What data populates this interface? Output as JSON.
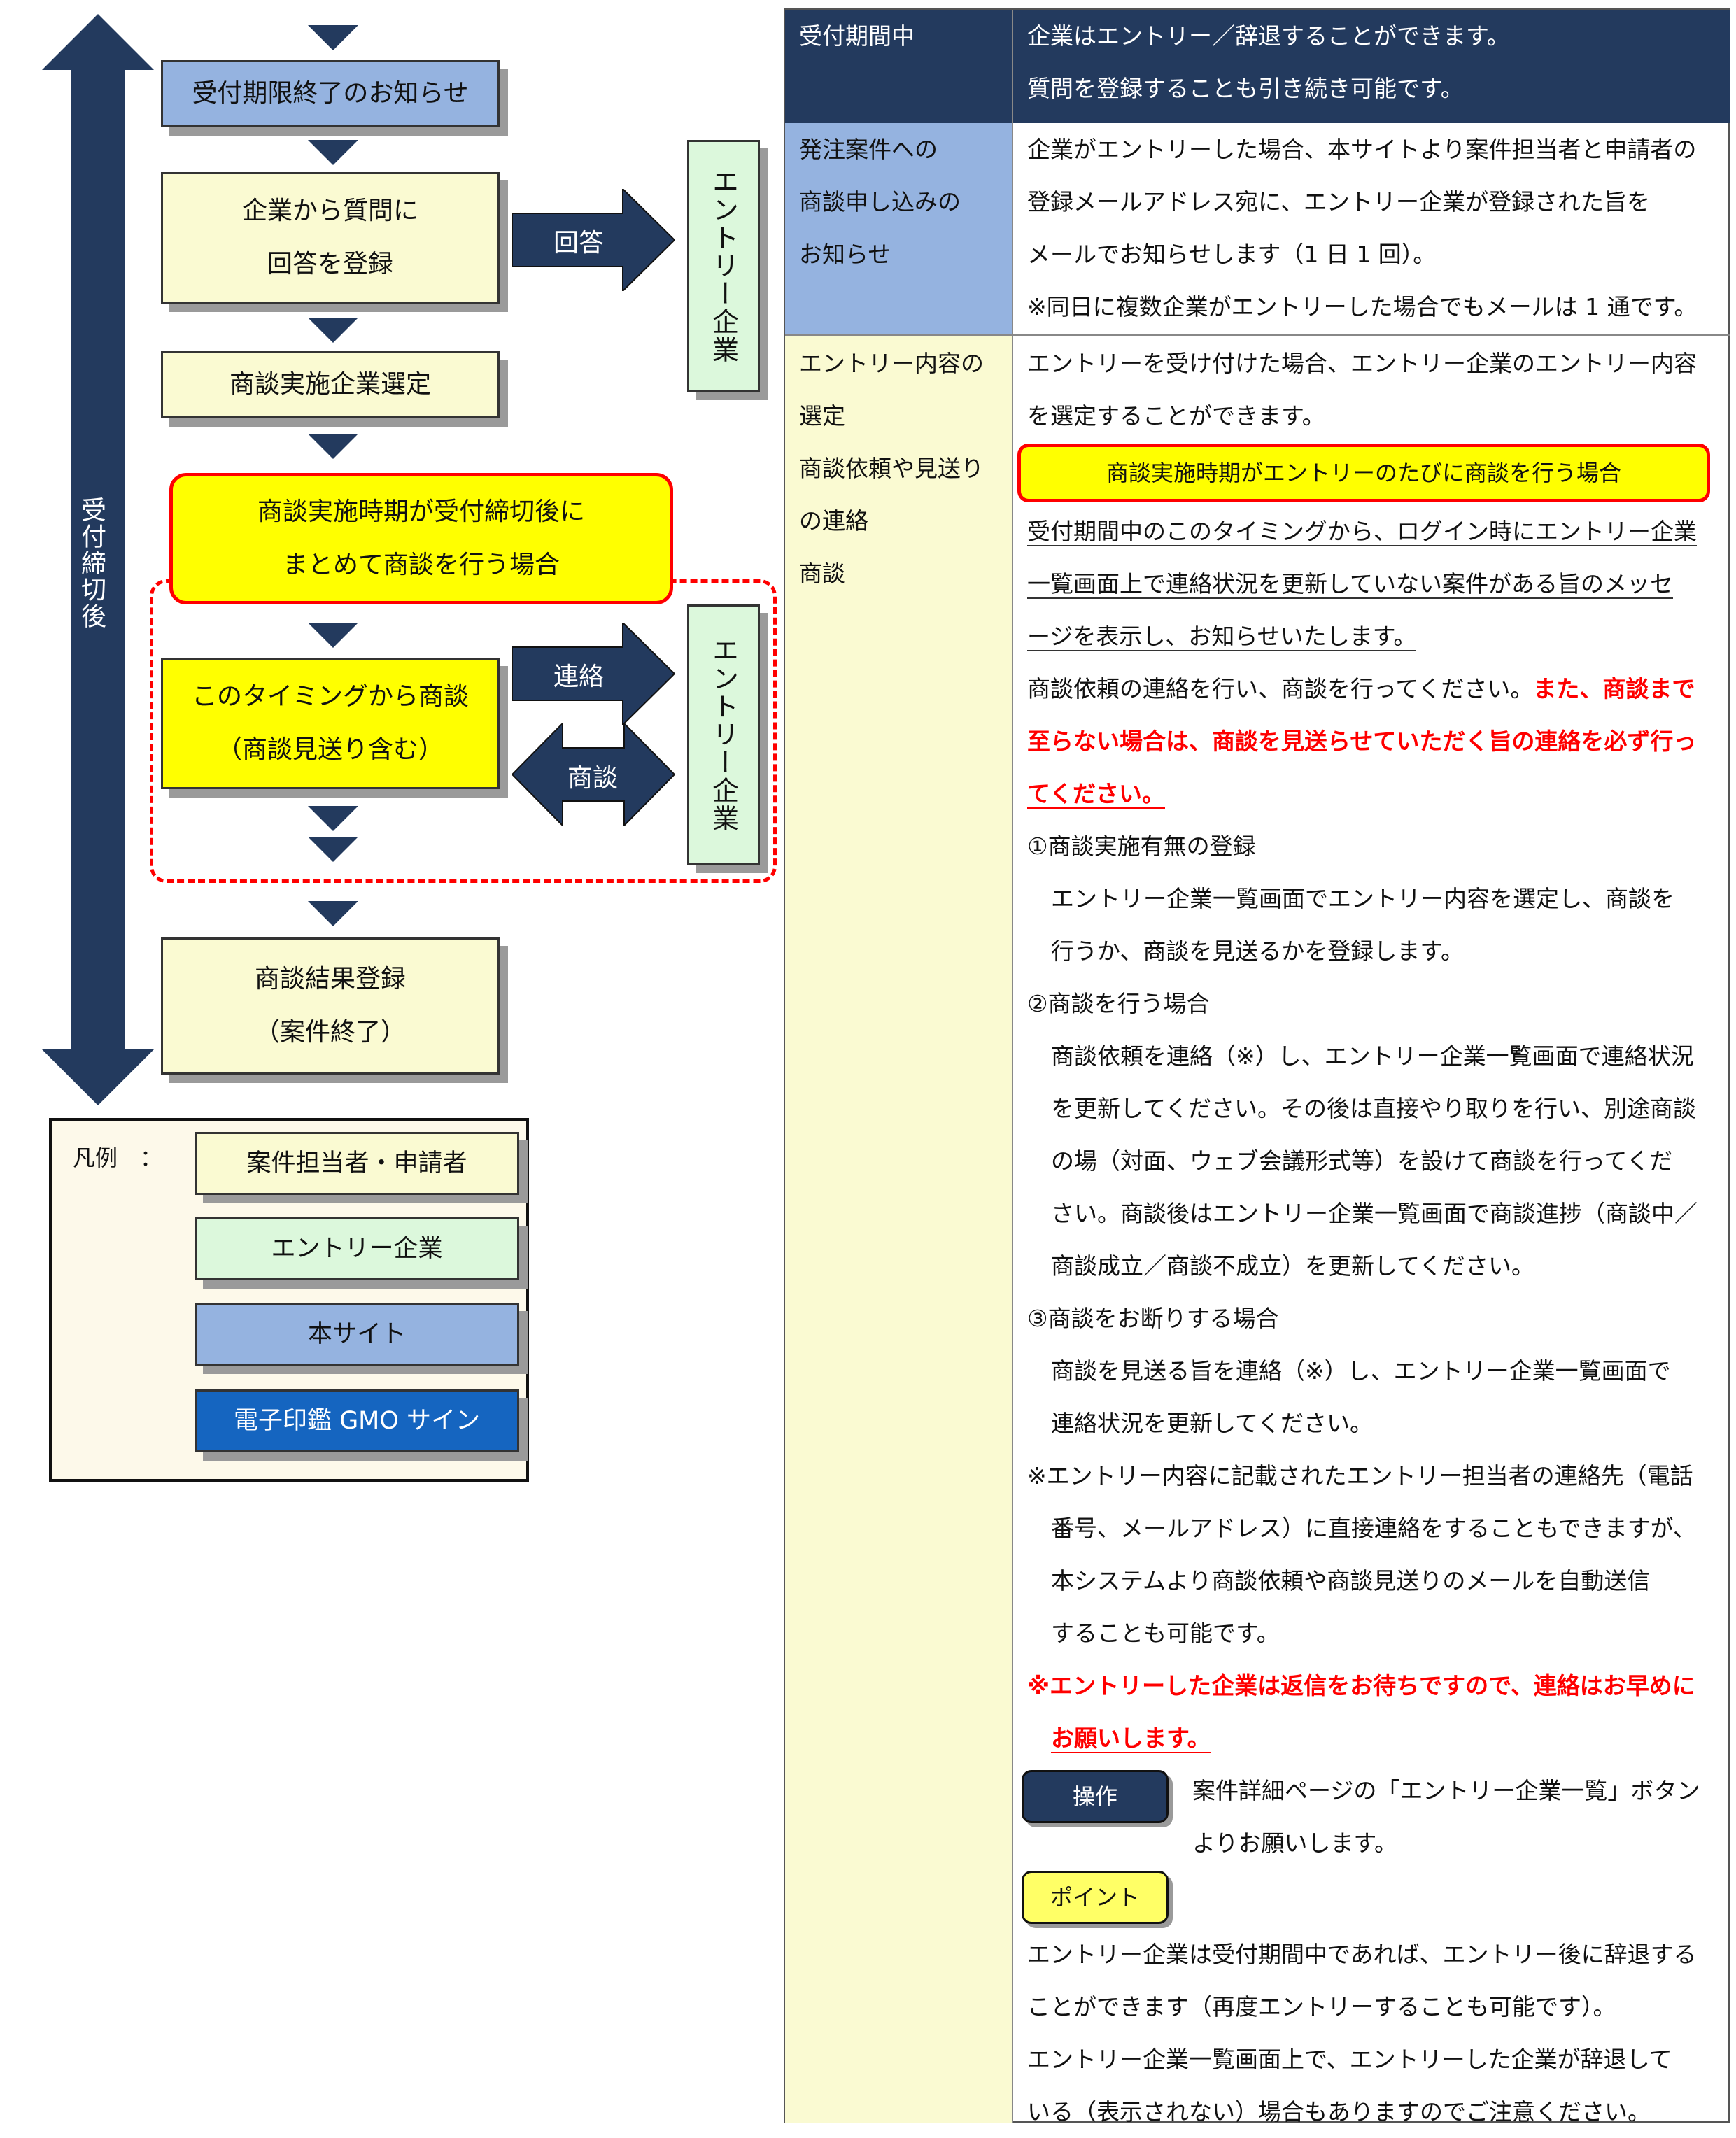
{
  "flow": {
    "deadline_notice": "受付期限終了のお知らせ",
    "question_answer": [
      "企業から質問に",
      "回答を登録"
    ],
    "answer_label": "回答",
    "entry_company_vertical_1": "エントリー企業",
    "select_company": "商談実施企業選定",
    "after_deadline_case": [
      "商談実施時期が受付締切後に",
      "まとめて商談を行う場合"
    ],
    "timing_negotiation": [
      "このタイミングから商談",
      "（商談見送り含む）"
    ],
    "contact_label": "連絡",
    "negotiation_label": "商談",
    "entry_company_vertical_2": "エントリー企業",
    "result_register": [
      "商談結果登録",
      "（案件終了）"
    ],
    "side_arrow_label": "受付締切後"
  },
  "legend": {
    "title": "凡例　：",
    "items": [
      "案件担当者・申請者",
      "エントリー企業",
      "本サイト",
      "電子印鑑 GMO サイン"
    ]
  },
  "table": {
    "row1": {
      "label": "受付期間中",
      "lines": [
        "企業はエントリー／辞退することができます。",
        "質問を登録することも引き続き可能です。"
      ]
    },
    "row2": {
      "label": [
        "発注案件への",
        "商談申し込みの",
        "お知らせ"
      ],
      "lines": [
        "企業がエントリーした場合、本サイトより案件担当者と申請者の",
        "登録メールアドレス宛に、エントリー企業が登録された旨を",
        "メールでお知らせします（1 日 1 回）。",
        "※同日に複数企業がエントリーした場合でもメールは 1 通です。"
      ]
    },
    "row3": {
      "label": [
        "エントリー内容の",
        "選定",
        "商談依頼や見送り",
        "の連絡",
        "商談"
      ],
      "intro": [
        "エントリーを受け付けた場合、エントリー企業のエントリー内容",
        "を選定することができます。"
      ],
      "yellow_case": "商談実施時期がエントリーのたびに商談を行う場合",
      "underlined": [
        "受付期間中のこのタイミングから、ログイン時にエントリー企業",
        "一覧画面上で連絡状況を更新していない案件がある旨のメッセ",
        "ージを表示し、お知らせいたします。"
      ],
      "contact_normal": "商談依頼の連絡を行い、商談を行ってください。",
      "contact_red": [
        "また、商談まで",
        "至らない場合は、商談を見送らせていただく旨の連絡を必ず行っ",
        "てください。"
      ],
      "item1_title": "①商談実施有無の登録",
      "item1_lines": [
        "エントリー企業一覧画面でエントリー内容を選定し、商談を",
        "行うか、商談を見送るかを登録します。"
      ],
      "item2_title": "②商談を行う場合",
      "item2_lines": [
        "商談依頼を連絡（※）し、エントリー企業一覧画面で連絡状況",
        "を更新してください。その後は直接やり取りを行い、別途商談",
        "の場（対面、ウェブ会議形式等）を設けて商談を行ってくだ",
        "さい。商談後はエントリー企業一覧画面で商談進捗（商談中／",
        "商談成立／商談不成立）を更新してください。"
      ],
      "item3_title": "③商談をお断りする場合",
      "item3_lines": [
        "商談を見送る旨を連絡（※）し、エントリー企業一覧画面で",
        "連絡状況を更新してください。"
      ],
      "note_first": "※エントリー内容に記載されたエントリー担当者の連絡先（電話",
      "note_lines": [
        "番号、メールアドレス）に直接連絡をすることもできますが、",
        "本システムより商談依頼や商談見送りのメールを自動送信",
        "することも可能です。"
      ],
      "red_note": [
        "※エントリーした企業は返信をお待ちですので、連絡はお早めに",
        "お願いします。"
      ],
      "operation_button": "操作",
      "operation_text": [
        "案件詳細ページの「エントリー企業一覧」ボタン",
        "よりお願いします。"
      ],
      "point_badge": "ポイント",
      "point_lines": [
        "エントリー企業は受付期間中であれば、エントリー後に辞退する",
        "ことができます（再度エントリーすることも可能です）。",
        "エントリー企業一覧画面上で、エントリーした企業が辞退して",
        "いる（表示されない）場合もありますのでご注意ください。"
      ]
    }
  },
  "colors": {
    "navy": "#233a5e",
    "cream": "#fafad2",
    "green": "#dcf8dc",
    "blue": "#95b3e0",
    "yellow": "#ffff00",
    "red": "#ff0000",
    "gmo_blue": "#1565c0"
  }
}
